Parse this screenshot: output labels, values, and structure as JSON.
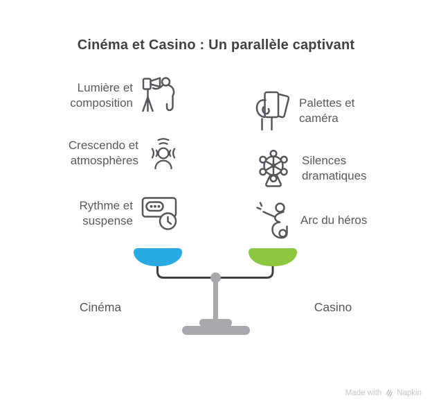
{
  "title": "Cinéma et Casino : Un parallèle captivant",
  "items": {
    "left": [
      {
        "label": "Lumière et\ncomposition",
        "icon": "camera-operator-icon"
      },
      {
        "label": "Crescendo et\natmosphères",
        "icon": "sound-waves-person-icon"
      },
      {
        "label": "Rythme et\nsuspense",
        "icon": "slot-machine-timer-icon"
      }
    ],
    "right": [
      {
        "label": "Palettes et\ncaméra",
        "icon": "hand-holding-cards-icon"
      },
      {
        "label": "Silences\ndramatiques",
        "icon": "ferris-wheel-icon"
      },
      {
        "label": "Arc du héros",
        "icon": "dice-thrower-icon"
      }
    ]
  },
  "scale": {
    "left_label": "Cinéma",
    "right_label": "Casino",
    "left_pan_color": "#29ABE2",
    "right_pan_color": "#8DC63F",
    "stand_color": "#A7A9AC",
    "beam_color": "#3E3F42"
  },
  "watermark": {
    "prefix": "Made with",
    "brand": "Napkin"
  }
}
